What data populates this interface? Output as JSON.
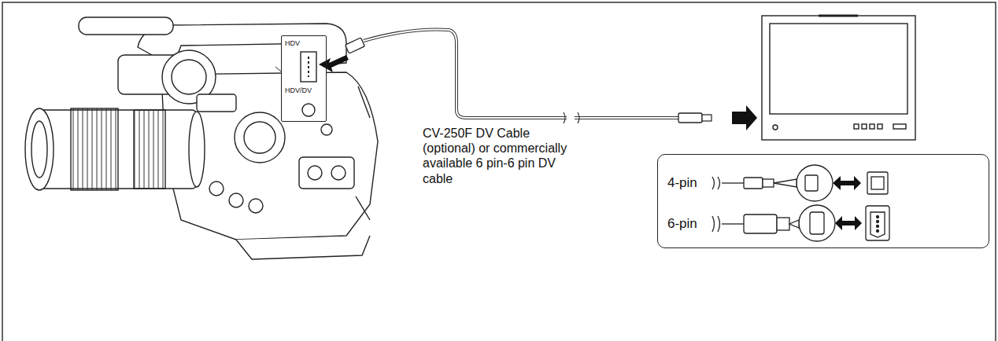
{
  "diagram": {
    "nodes": [
      {
        "text": [
          "HDV",
          "HDV/DV"
        ]
      },
      {
        "text": [
          "4-pin",
          "6-pin"
        ]
      }
    ],
    "labels": [
      "CV-250F DV Cable (optional) or commercially available 6 pin-6 pin DV cable"
    ]
  }
}
